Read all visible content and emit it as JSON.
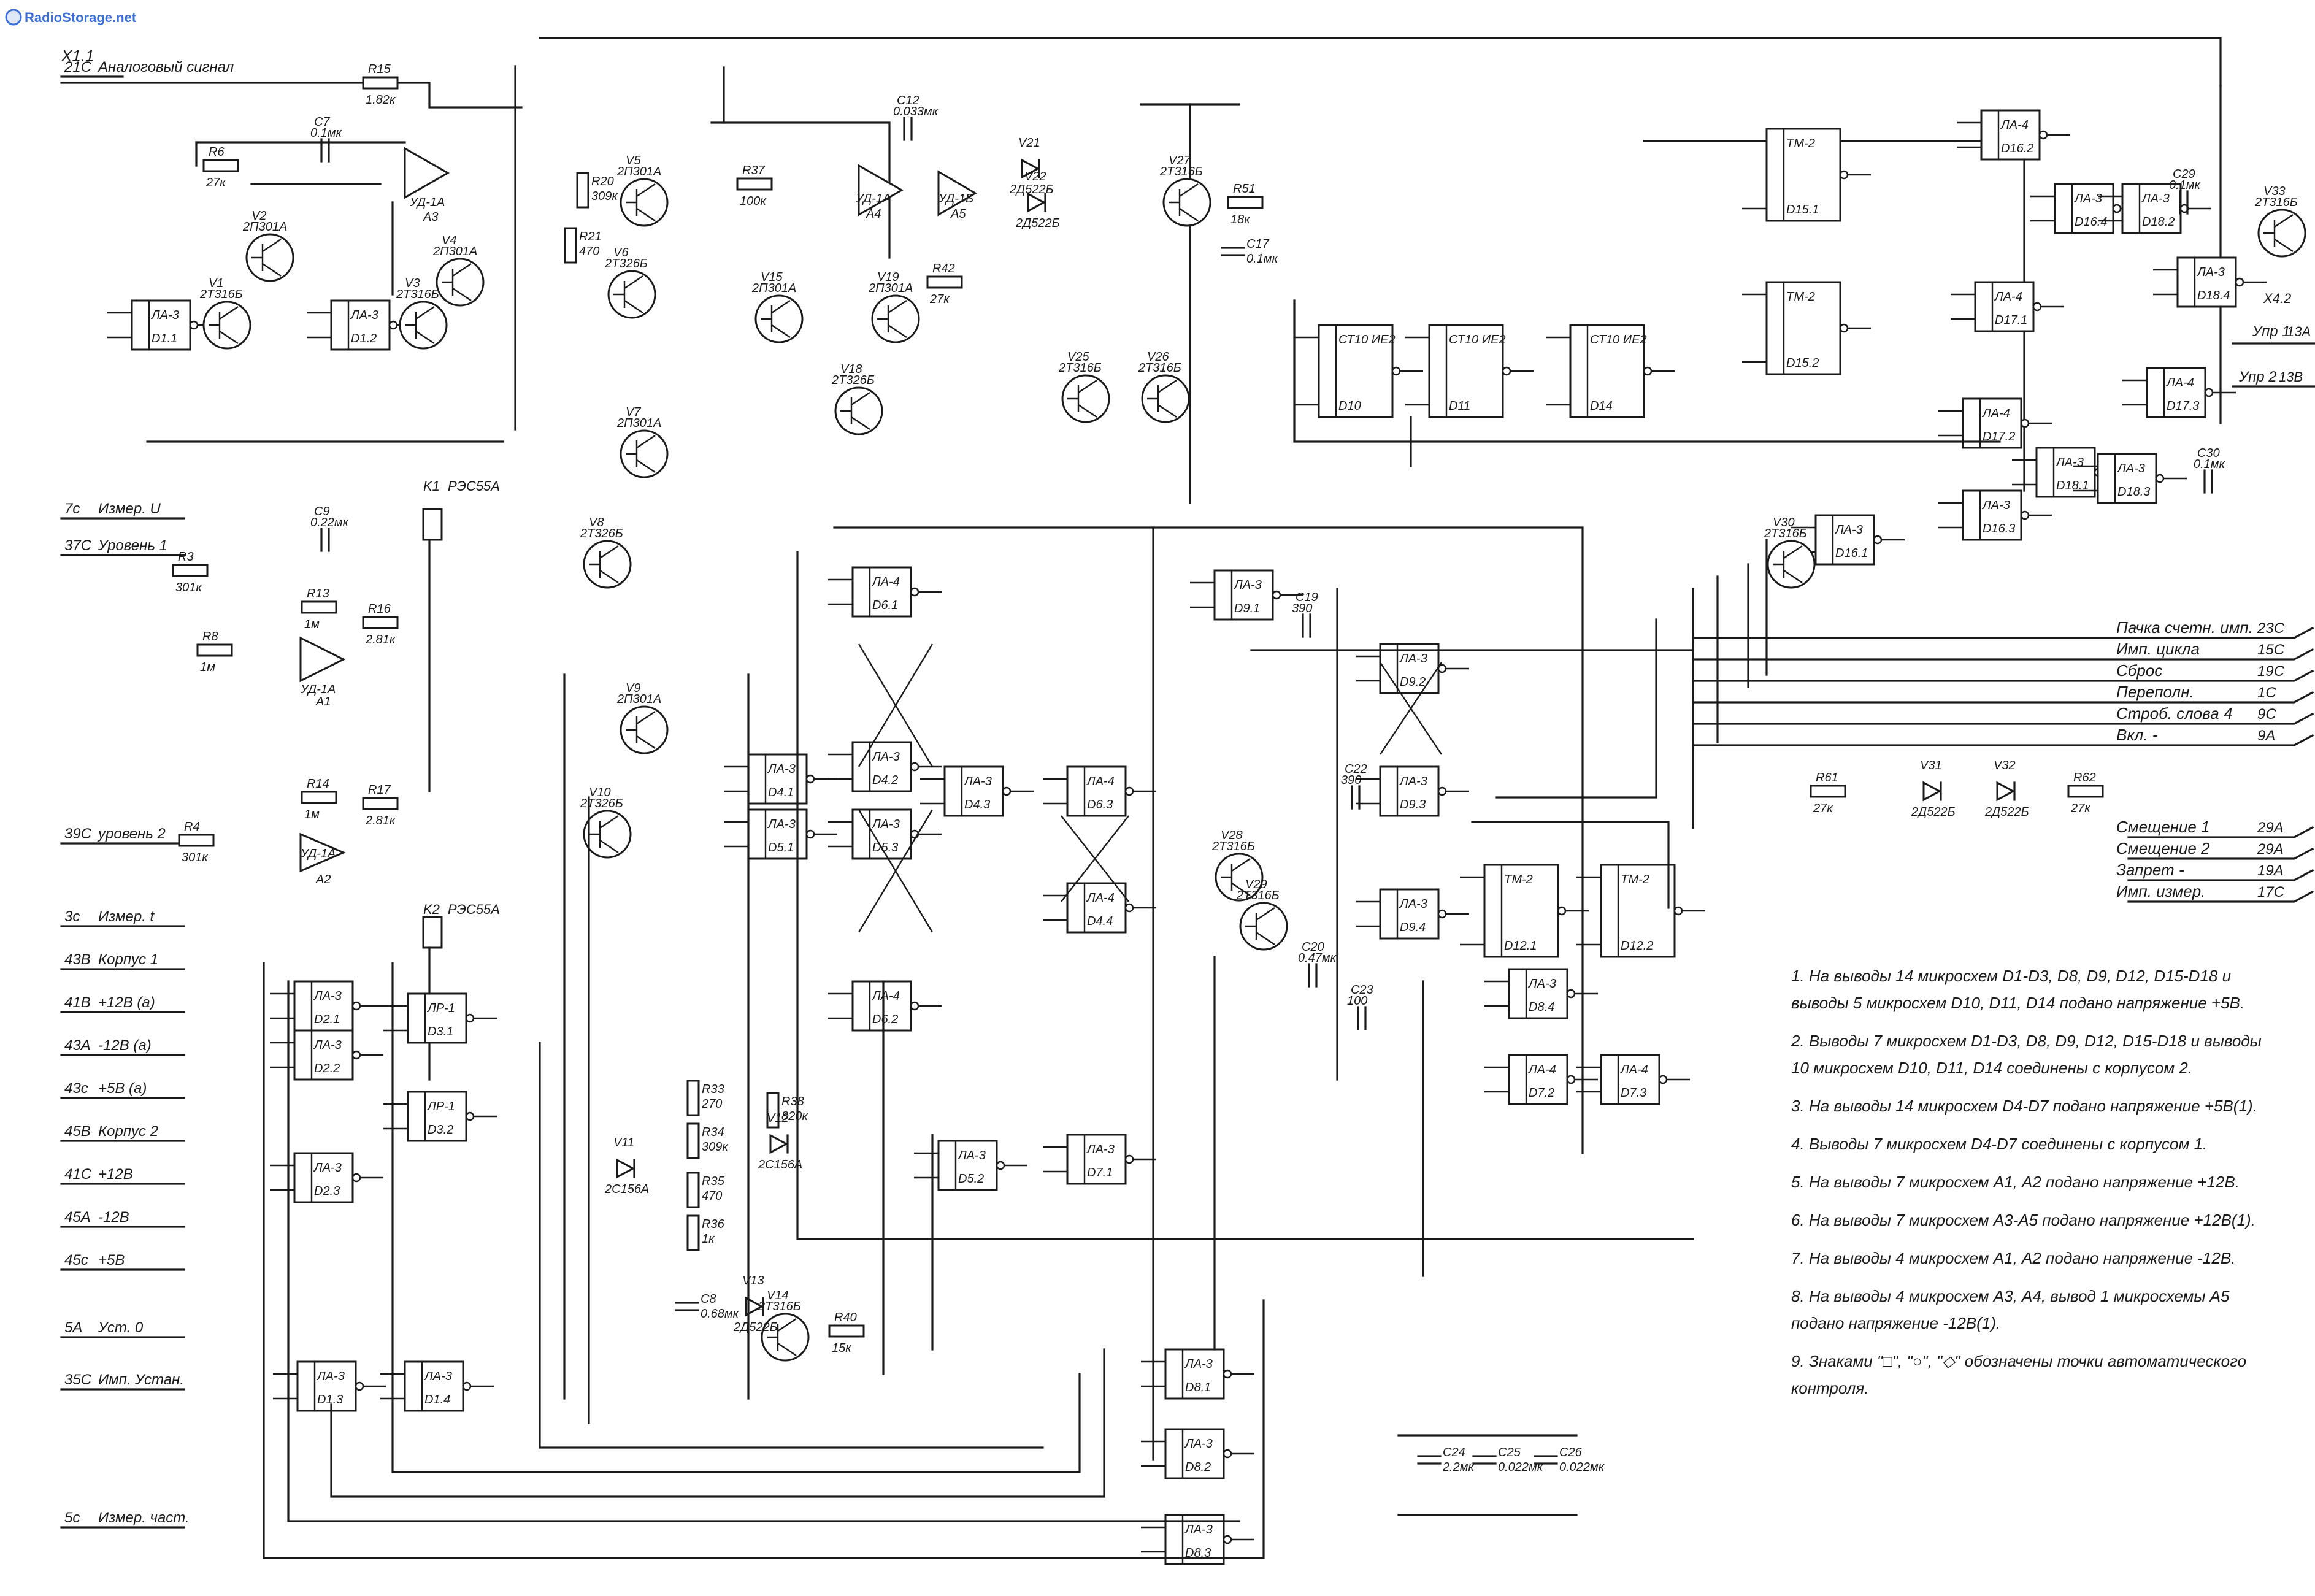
{
  "watermark": "RadioStorage.net",
  "connector": {
    "main": "X1.1",
    "aux": "X4.2"
  },
  "inputs": [
    {
      "pin": "21C",
      "label": "Аналоговый сигнал"
    },
    {
      "pin": "7c",
      "label": "Измер. U"
    },
    {
      "pin": "37C",
      "label": "Уровень 1"
    },
    {
      "pin": "39C",
      "label": "уровень 2"
    },
    {
      "pin": "3c",
      "label": "Измер. t"
    },
    {
      "pin": "43B",
      "label": "Корпус 1"
    },
    {
      "pin": "41B",
      "label": "+12В (а)"
    },
    {
      "pin": "43A",
      "label": "-12В (а)"
    },
    {
      "pin": "43c",
      "label": "+5В (а)"
    },
    {
      "pin": "45B",
      "label": "Корпус 2"
    },
    {
      "pin": "41C",
      "label": "+12В"
    },
    {
      "pin": "45A",
      "label": "-12В"
    },
    {
      "pin": "45c",
      "label": "+5В"
    },
    {
      "pin": "5A",
      "label": "Уст. 0"
    },
    {
      "pin": "35C",
      "label": "Имп. Устан."
    },
    {
      "pin": "5c",
      "label": "Измер. част."
    }
  ],
  "outputs": [
    {
      "label": "Пачка счетн. имп.",
      "pin": "23C"
    },
    {
      "label": "Имп. цикла",
      "pin": "15C"
    },
    {
      "label": "Сброс",
      "pin": "19C"
    },
    {
      "label": "Переполн.",
      "pin": "1C"
    },
    {
      "label": "Строб. слова 4",
      "pin": "9C"
    },
    {
      "label": "Вкл. -",
      "pin": "9A"
    },
    {
      "label": "Смещение 1",
      "pin": "29A"
    },
    {
      "label": "Смещение 2",
      "pin": "29A"
    },
    {
      "label": "Запрет -",
      "pin": "19A"
    },
    {
      "label": "Имп. измер.",
      "pin": "17C"
    },
    {
      "label": "Упр 1",
      "pin": "13A"
    },
    {
      "label": "Упр 2",
      "pin": "13B"
    }
  ],
  "components": {
    "opamps": [
      {
        "ref": "A3",
        "type": "УД-1А"
      },
      {
        "ref": "A4",
        "type": "УД-1А"
      },
      {
        "ref": "A5",
        "type": "УД-1Б"
      },
      {
        "ref": "A1",
        "type": "УД-1А"
      },
      {
        "ref": "A2",
        "type": "УД-1А"
      }
    ],
    "relays": [
      {
        "ref": "K1",
        "type": "РЭС55А"
      },
      {
        "ref": "K2",
        "type": "РЭС55А"
      }
    ],
    "transistors": [
      {
        "ref": "V1",
        "type": "2Т316Б"
      },
      {
        "ref": "V2",
        "type": "2П301А"
      },
      {
        "ref": "V3",
        "type": "2Т316Б"
      },
      {
        "ref": "V4",
        "type": "2П301А"
      },
      {
        "ref": "V5",
        "type": "2П301А"
      },
      {
        "ref": "V6",
        "type": "2Т326Б"
      },
      {
        "ref": "V7",
        "type": "2П301А"
      },
      {
        "ref": "V8",
        "type": "2Т326Б"
      },
      {
        "ref": "V9",
        "type": "2П301А"
      },
      {
        "ref": "V10",
        "type": "2Т326Б"
      },
      {
        "ref": "V15",
        "type": "2П301А"
      },
      {
        "ref": "V19",
        "type": "2П301А"
      },
      {
        "ref": "V18",
        "type": "2Т326Б"
      },
      {
        "ref": "V25",
        "type": "2Т316Б"
      },
      {
        "ref": "V26",
        "type": "2Т316Б"
      },
      {
        "ref": "V27",
        "type": "2Т316Б"
      },
      {
        "ref": "V28",
        "type": "2Т316Б"
      },
      {
        "ref": "V29",
        "type": "2Т316Б"
      },
      {
        "ref": "V30",
        "type": "2Т316Б"
      },
      {
        "ref": "V33",
        "type": "2Т316Б"
      },
      {
        "ref": "V14",
        "type": "2Т316Б"
      }
    ],
    "diodes": [
      {
        "ref": "V21",
        "type": "2Д522Б"
      },
      {
        "ref": "V22",
        "type": "2Д522Б"
      },
      {
        "ref": "V31",
        "type": "2Д522Б"
      },
      {
        "ref": "V32",
        "type": "2Д522Б"
      },
      {
        "ref": "V11",
        "type": "2С156А"
      },
      {
        "ref": "V12",
        "type": "2С156А"
      },
      {
        "ref": "V13",
        "type": "2Д522Б"
      }
    ],
    "chips": [
      {
        "ref": "D1.1",
        "type": "ЛА-3"
      },
      {
        "ref": "D1.2",
        "type": "ЛА-3"
      },
      {
        "ref": "D1.3",
        "type": "ЛА-3"
      },
      {
        "ref": "D1.4",
        "type": "ЛА-3"
      },
      {
        "ref": "D2.1",
        "type": "ЛА-3"
      },
      {
        "ref": "D2.2",
        "type": "ЛА-3"
      },
      {
        "ref": "D2.3",
        "type": "ЛА-3"
      },
      {
        "ref": "D3.1",
        "type": "ЛР-1"
      },
      {
        "ref": "D3.2",
        "type": "ЛР-1"
      },
      {
        "ref": "D4.1",
        "type": "ЛА-3"
      },
      {
        "ref": "D4.2",
        "type": "ЛА-3"
      },
      {
        "ref": "D4.3",
        "type": "ЛА-3"
      },
      {
        "ref": "D4.4",
        "type": "ЛА-4"
      },
      {
        "ref": "D5.1",
        "type": "ЛА-3"
      },
      {
        "ref": "D5.2",
        "type": "ЛА-3"
      },
      {
        "ref": "D5.3",
        "type": "ЛА-3"
      },
      {
        "ref": "D6.1",
        "type": "ЛА-4"
      },
      {
        "ref": "D6.2",
        "type": "ЛА-4"
      },
      {
        "ref": "D6.3",
        "type": "ЛА-4"
      },
      {
        "ref": "D7.1",
        "type": "ЛА-3"
      },
      {
        "ref": "D8.1",
        "type": "ЛА-3"
      },
      {
        "ref": "D8.2",
        "type": "ЛА-3"
      },
      {
        "ref": "D8.3",
        "type": "ЛА-3"
      },
      {
        "ref": "D8.4",
        "type": "ЛА-3"
      },
      {
        "ref": "D9.1",
        "type": "ЛА-3"
      },
      {
        "ref": "D9.2",
        "type": "ЛА-3"
      },
      {
        "ref": "D9.3",
        "type": "ЛА-3"
      },
      {
        "ref": "D9.4",
        "type": "ЛА-3"
      },
      {
        "ref": "D10",
        "type": "СТ10 ИЕ2"
      },
      {
        "ref": "D11",
        "type": "СТ10 ИЕ2"
      },
      {
        "ref": "D14",
        "type": "СТ10 ИЕ2"
      },
      {
        "ref": "D12.1",
        "type": "ТМ-2"
      },
      {
        "ref": "D12.2",
        "type": "ТМ-2"
      },
      {
        "ref": "D15.1",
        "type": "ТМ-2"
      },
      {
        "ref": "D15.2",
        "type": "ТМ-2"
      },
      {
        "ref": "D16.1",
        "type": "ЛА-3"
      },
      {
        "ref": "D16.2",
        "type": "ЛА-4"
      },
      {
        "ref": "D16.3",
        "type": "ЛА-3"
      },
      {
        "ref": "D16.4",
        "type": "ЛА-3"
      },
      {
        "ref": "D17.1",
        "type": "ЛА-4"
      },
      {
        "ref": "D17.2",
        "type": "ЛА-4"
      },
      {
        "ref": "D17.3",
        "type": "ЛА-4"
      },
      {
        "ref": "D18.1",
        "type": "ЛА-3"
      },
      {
        "ref": "D18.2",
        "type": "ЛА-3"
      },
      {
        "ref": "D18.3",
        "type": "ЛА-3"
      },
      {
        "ref": "D18.4",
        "type": "ЛА-3"
      },
      {
        "ref": "D7.2",
        "type": "ЛА-4"
      },
      {
        "ref": "D7.3",
        "type": "ЛА-4"
      }
    ],
    "resistors": [
      {
        "ref": "R15",
        "value": "1.82к"
      },
      {
        "ref": "R6",
        "value": "27к"
      },
      {
        "ref": "R20",
        "value": "309к"
      },
      {
        "ref": "R21",
        "value": "470"
      },
      {
        "ref": "R37",
        "value": "100к"
      },
      {
        "ref": "R42",
        "value": "27к"
      },
      {
        "ref": "R51",
        "value": "18к"
      },
      {
        "ref": "R3",
        "value": "301к"
      },
      {
        "ref": "R8",
        "value": "1м"
      },
      {
        "ref": "R13",
        "value": "1м"
      },
      {
        "ref": "R16",
        "value": "2.81к"
      },
      {
        "ref": "R14",
        "value": "1м"
      },
      {
        "ref": "R17",
        "value": "2.81к"
      },
      {
        "ref": "R4",
        "value": "301к"
      },
      {
        "ref": "R61",
        "value": "27к"
      },
      {
        "ref": "R62",
        "value": "27к"
      },
      {
        "ref": "R40",
        "value": "15к"
      },
      {
        "ref": "R38",
        "value": "820к"
      },
      {
        "ref": "R33",
        "value": "270"
      },
      {
        "ref": "R34",
        "value": "309к"
      },
      {
        "ref": "R35",
        "value": "470"
      },
      {
        "ref": "R36",
        "value": "1к"
      }
    ],
    "capacitors": [
      {
        "ref": "C7",
        "value": "0.1мк"
      },
      {
        "ref": "C12",
        "value": "0.033мк"
      },
      {
        "ref": "C17",
        "value": "0.1мк"
      },
      {
        "ref": "C29",
        "value": "0.1мк"
      },
      {
        "ref": "C30",
        "value": "0.1мк"
      },
      {
        "ref": "C9",
        "value": "0.22мк"
      },
      {
        "ref": "C19",
        "value": "390"
      },
      {
        "ref": "C22",
        "value": "390"
      },
      {
        "ref": "C20",
        "value": "0.47мк"
      },
      {
        "ref": "C23",
        "value": "100"
      },
      {
        "ref": "C24",
        "value": "2.2мк"
      },
      {
        "ref": "C25",
        "value": "0.022мк"
      },
      {
        "ref": "C26",
        "value": "0.022мк"
      },
      {
        "ref": "C8",
        "value": "0.68мк"
      }
    ]
  },
  "notes": [
    "1. На выводы 14 микросхем D1-D3, D8, D9, D12, D15-D18 и выводы 5 микросхем D10, D11, D14 подано напряжение +5В.",
    "2. Выводы 7 микросхем D1-D3, D8, D9, D12, D15-D18 и выводы 10 микросхем D10, D11, D14 соединены с корпусом 2.",
    "3. На выводы 14 микросхем D4-D7 подано напряжение +5В(1).",
    "4. Выводы 7 микросхем D4-D7 соединены с корпусом 1.",
    "5. На выводы 7 микросхем А1, А2 подано напряжение +12В.",
    "6. На выводы 7 микросхем А3-А5 подано напряжение +12В(1).",
    "7. На выводы 4 микросхем А1, А2 подано напряжение -12В.",
    "8. На выводы 4 микросхем А3, А4, вывод 1 микросхемы А5 подано напряжение -12В(1).",
    "9. Знаками \"□\", \"○\", \"◇\" обозначены точки автоматического контроля."
  ]
}
